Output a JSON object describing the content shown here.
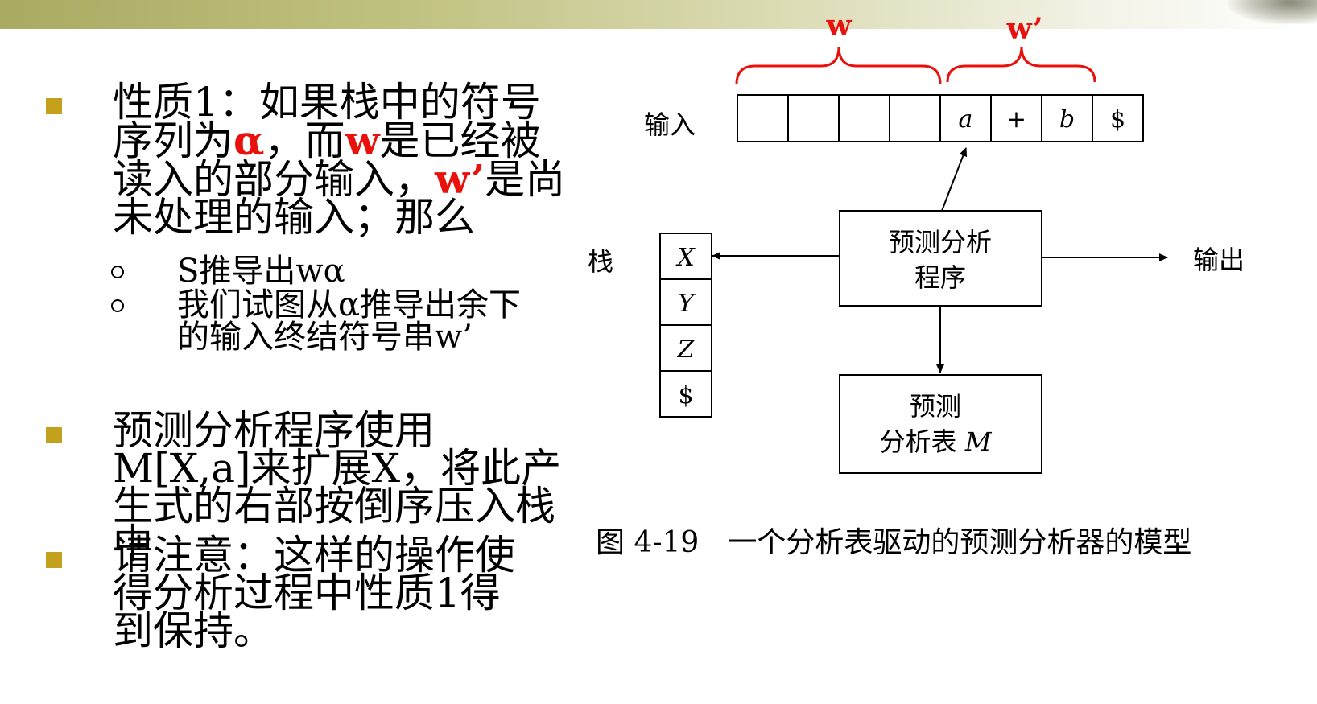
{
  "slide": {
    "bullets": [
      {
        "text_before_alpha": "性质1：如果栈中的符号序列为",
        "alpha": "α",
        "text_comma_er": "，而",
        "w": "w",
        "text_read": "是已经被读入的部分输入，",
        "w_prime": "w’",
        "text_rest": "是尚未处理的输入；那么",
        "subitems": [
          "S推导出wα",
          "我们试图从α推导出余下的输入终结符号串w’"
        ]
      },
      {
        "text": "预测分析程序使用M[X,a]来扩展X，将此产生式的右部按倒序压入栈中"
      },
      {
        "text": "请注意：这样的操作使得分析过程中性质1得到保持。"
      }
    ]
  },
  "diagram": {
    "brace_w_label": "w",
    "brace_wprime_label": "w’",
    "input_label": "输入",
    "input_cells": [
      "",
      "",
      "",
      "",
      "a",
      "+",
      "b",
      "$"
    ],
    "stack_label": "栈",
    "stack_cells": [
      "X",
      "Y",
      "Z",
      "$"
    ],
    "program_box": [
      "预测分析",
      "程序"
    ],
    "table_box_line1": "预测",
    "table_box_line2_text": "分析表 ",
    "table_box_line2_m": "M",
    "output_label": "输出",
    "accent_color": "#e8110c"
  },
  "caption": {
    "number": "图 4-19",
    "text": "一个分析表驱动的预测分析器的模型"
  }
}
